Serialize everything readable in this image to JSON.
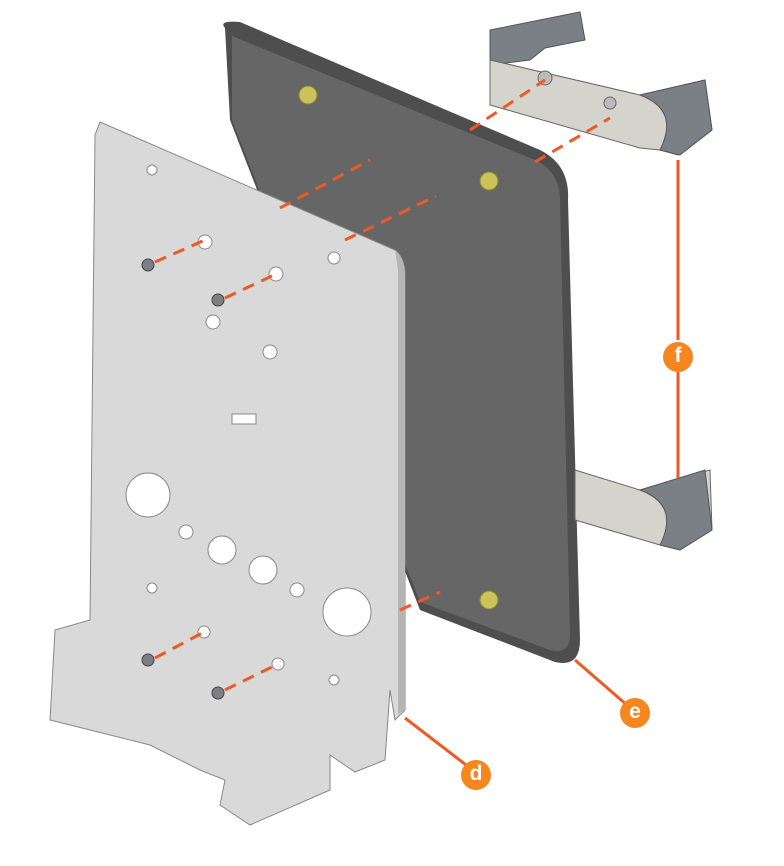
{
  "callouts": [
    {
      "id": "d",
      "label": "d"
    },
    {
      "id": "e",
      "label": "e"
    },
    {
      "id": "f",
      "label": "f"
    }
  ],
  "colors": {
    "callout_fill": "#f7861e",
    "leader_line": "#ee5a24",
    "front_plate": "#d9d9d9",
    "back_plate": "#5f5f5f",
    "bracket": "#7b7f86",
    "screw_yellow": "#c9c35a"
  }
}
